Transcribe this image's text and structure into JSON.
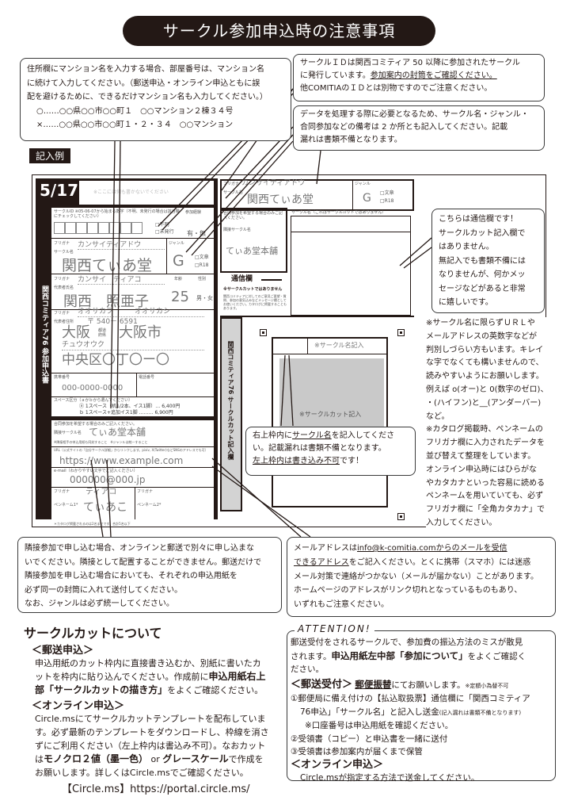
{
  "title": "サークル参加申込時の注意事項",
  "example_label": "記入例",
  "callouts": {
    "address": [
      "住所欄にマンション名を入力する場合、部屋番号は、マンション名",
      "に続けて入力してください。（郵送申込・オンライン申込ともに誤",
      "配を避けるために、できるだけマンション名も入力してください。）",
      "○……○○県○○市○○町１　○○マンション２棟３４号",
      "×……○○県○○市○○町１・２・３４　○○マンション"
    ],
    "circle_id": {
      "l1": "サークルＩＤは関西コミティア 50 以降に参加されたサークル",
      "l2a": "に発行しています。",
      "l2u": "参加案内の封筒をご確認ください。",
      "l3": "他COMITIAのＩＤとは別物ですのでご注意ください。"
    },
    "data_processing": [
      "データを処理する際に必要となるため、サークル名・ジャンル・",
      "合同参加などの備考は 2 か所とも記入してください。記載",
      "漏れは書類不備となります。"
    ],
    "message_field": [
      "こちらは通信欄です！",
      "サークルカット記入欄で",
      "はありません。",
      "無記入でも書類不備には",
      "なりませんが、何かメッ",
      "セージなどがあると非常",
      "に嬉しいです。"
    ],
    "cut_name": {
      "a": "右上枠内に",
      "u1": "サークル名",
      "b": "を記入してくださ",
      "l2": "い。記載漏れは書類不備となります。",
      "u2": "左上枠内は書き込み不可",
      "c": "です！"
    },
    "adjacent": [
      "隣接参加で申し込む場合、オンラインと郵送で別々に申し込まな",
      "いでください。隣接として配置することができません。郵送だけで",
      "隣接参加を申し込む場合においても、それぞれの申込用紙を",
      "必ず同一の封筒に入れて送付してください。",
      "なお、ジャンルは必ず統一してください。"
    ],
    "email": {
      "a": "メールアドレスは",
      "u1": "info@k-comitia.comからのメールを受信",
      "u2": "できるアドレス",
      "b": "をご記入ください。とくに携帯（スマホ）には迷惑",
      "l3": "メール対策で連絡がつかない（メールが届かない）ことがあります。",
      "l4": "ホームページのアドレスがリンク切れとなっているものもあり、",
      "l5": "いずれもご注意ください。"
    }
  },
  "notes": [
    "※サークル名に限らずＵＲＬや",
    "メールアドレスの英数字などが",
    "判別しづらい方もいます。キレイ",
    "な字でなくても構いませんので、",
    "読みやすいようにお願いします。",
    "例えば o(オー)と 0(数字のゼロ)、",
    "・(ハイフン)と__(アンダーバー)",
    "など。",
    "※カタログ掲載時、ペンネームの",
    "フリガナ欄に入力されたデータを",
    "並び替えて整理をしています。",
    "オンライン申込時にはひらがな",
    "やカタカナといった容易に読める",
    "ペンネームを用いていても、必ず",
    "フリガナ欄に「全角カタカナ」で",
    "入力してください。"
  ],
  "form": {
    "date": "5/17",
    "no_write": "※ここには何も書かないでください",
    "side_label": "関西コミティア76 参加申込書",
    "circle_id_label": "サークルID ※05-06-07から始まる数字（不明、未発行の場合は該当欄にチェックしてください）",
    "unknown": "□不明",
    "unissued": "□未発行",
    "history_label": "参加経験",
    "history_value": "有・無",
    "furigana": "フリガナ",
    "circle_kana": "カンサイティアドウ",
    "circle_name_label": "サークル名",
    "circle_name": "関西てぃあ堂",
    "genre_label": "ジャンル",
    "genre": "G",
    "bunsho": "□文章",
    "r18": "□R18",
    "rep_kana": "カンサイ　ティアコ",
    "rep_label": "代表者氏名",
    "rep_name": "関西　照亜子",
    "age_label": "年齢",
    "age": "25",
    "sex_label": "性別",
    "sex": "男・女",
    "addr_kana": "オオサカフ　　　オオサカシ",
    "addr_label": "代表者住所",
    "zip": "〒 540－ 6591",
    "pref": "大阪",
    "pref_suffix": "都道府県",
    "city": "大阪市",
    "street_kana": "チュウオウク",
    "street": "中央区〇丁〇ー〇",
    "mobile_label": "携帯番号",
    "mobile": "000-0000-0000",
    "phone_label": "電話番号",
    "space_label": "スペース区分（ａかｂから選んでください）",
    "space_a": "ⓐ 1スペース（机1/2本、イス1脚）… 6,400円",
    "space_b": "ｂ 1スペース+追加イス1脚 ……… 6,900円",
    "joint_note": "合同参加を希望する場合のみご記入ください。",
    "joint_label": "隣接サークル名",
    "joint_name": "てぃあ堂本舗",
    "joint_sub": "※隣接相手の申込用紙も同封すること　※ジャンルは統一すること",
    "url_label": "URL（公式サイトの「自分サークル詳細」からリンクします。pixiv, X(Twitter)などSNSのアドレスでも可）",
    "url": "https://www.example.com",
    "email_label": "e-mail（わかりやすい文字でご記入ください）",
    "email": "000000@000.jp",
    "pen1_label": "ペンネーム1*",
    "pen1_kana": "ティアコ",
    "pen1": "てぃあこ",
    "pen2_label": "ペンネーム2*",
    "footnote": "＊カタログ掲載されるのは2名までです。合計5名以下",
    "r_circle_label": "サークル名（これはサークルカットではありません）",
    "r_joint_label": "合同参加を希望する場合のみご記入ください。",
    "r_joint_name_label": "隣接サークル名",
    "r_joint_name": "てぃあ堂本舗",
    "tsushin": "通信欄",
    "tsushin_note": "※サークルカットではありません",
    "tsushin_body": "関西コミティアに対してのご意見ご要望・質問、参加の意気込みなどメッセージ欄としてお使いください。カタログに掲載することもあります。",
    "cut_side": "関西コミティア76 サークルカット記入欄",
    "cut_name_hint": "※サークル名記入",
    "cut_hint": "※サークルカット記入"
  },
  "cut_section": {
    "title": "サークルカットについて",
    "mail_heading": "＜郵送申込＞",
    "mail_body1": "申込用紙のカット枠内に直接書き込むか、別紙に書いたカ",
    "mail_body2a": "ットを枠内に貼り込んでください。作成前に",
    "mail_body2b": "申込用紙右上",
    "mail_body3a": "部「サークルカットの描き方」",
    "mail_body3b": "をよくご確認ください。",
    "online_heading": "＜オンライン申込＞",
    "online_body": [
      "Circle.msにてサークルカットテンプレートを配布していま",
      "す。必ず最新のテンプレートをダウンロードし、枠線を消さ",
      "ずにご利用ください（左上枠内は書込み不可）。なおカット"
    ],
    "online_b4a": "は",
    "online_b4b": "モノクロ２値（墨一色）",
    "online_b4c": " or ",
    "online_b4d": "グレースケール",
    "online_b4e": "で作成を",
    "online_b5": "お願いします。詳しくはCircle.msでご確認ください。",
    "link": "【Circle.ms】https://portal.circle.ms/"
  },
  "attention": {
    "label": "ATTENTION!",
    "l1": "郵送受付をされるサークルで、参加費の振込方法のミスが散見",
    "l2a": "されます。",
    "l2b": "申込用紙左中部「参加について」",
    "l2c": "をよくご確認く",
    "l3": "ださい。",
    "mail_heading": "＜郵送受付＞",
    "mail_u": "郵便振替",
    "mail_text": "にてお願いします。",
    "mail_small": "※定額小為替不可",
    "s1a": "①郵便局に備え付けの【払込取扱票】通信欄に「関西コミティア",
    "s1b": "76申込」「サークル名」と記入し送金",
    "s1small": "(記入漏れは書類不備となります)",
    "s1c": "※口座番号は申込用紙を確認ください。",
    "s2": "②受領書（コピー）と申込書を一緒に送付",
    "s3": "③受領書は参加案内が届くまで保管",
    "online_heading": "＜オンライン申込＞",
    "online_body": "Circle.msが指定する方法で送金してください。"
  }
}
